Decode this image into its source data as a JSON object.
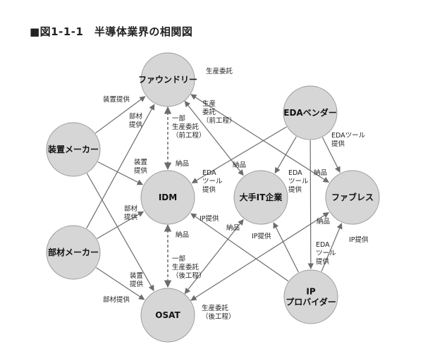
{
  "title": "■図1-1-1　半導体業界の相関図",
  "nodes": {
    "foundry": [
      "ファウンドリー"
    ],
    "eda_vendor": [
      "EDAベンダー"
    ],
    "equipment_maker": [
      "装置メーカー"
    ],
    "idm": [
      "IDM"
    ],
    "large_it": [
      "大手IT企業"
    ],
    "fabless": [
      "ファブレス"
    ],
    "materials_maker": [
      "部材メーカー"
    ],
    "ip_provider": [
      "IP",
      "プロバイダー"
    ],
    "osat": [
      "OSAT"
    ]
  },
  "edge_labels": {
    "foundry_to_fabless": [
      "生産委託"
    ],
    "equipment_to_foundry": [
      "装置提供"
    ],
    "materials_to_foundry": [
      "部材",
      "提供"
    ],
    "idm_to_foundry_front": [
      "一部",
      "生産委託",
      "（前工程）"
    ],
    "large_it_to_foundry": [
      "生産",
      "委託",
      "（前工程）"
    ],
    "foundry_to_idm_delivery": [
      "納品"
    ],
    "eda_to_fabless": [
      "EDAツール",
      "提供"
    ],
    "equipment_to_idm": [
      "装置",
      "提供"
    ],
    "eda_to_idm": [
      "EDA",
      "ツール",
      "提供"
    ],
    "eda_to_large_it": [
      "EDA",
      "ツール",
      "提供"
    ],
    "foundry_to_large_it_delivery": [
      "納品"
    ],
    "foundry_to_fabless_delivery": [
      "納品"
    ],
    "materials_to_idm": [
      "部材",
      "提供"
    ],
    "ip_to_idm": [
      "IP提供"
    ],
    "osat_to_idm_delivery": [
      "納品"
    ],
    "osat_to_large_it_delivery": [
      "納品"
    ],
    "ip_to_large_it": [
      "IP提供"
    ],
    "osat_to_fabless_delivery": [
      "納品"
    ],
    "eda_to_ip": [
      "EDA",
      "ツール",
      "提供"
    ],
    "ip_to_fabless": [
      "IP提供"
    ],
    "idm_to_osat_back": [
      "一部",
      "生産委託",
      "（後工程）"
    ],
    "equipment_to_osat": [
      "装置",
      "提供"
    ],
    "materials_to_osat": [
      "部材提供"
    ],
    "fabless_to_osat": [
      "生産委託",
      "（後工程）"
    ]
  },
  "colors": {
    "node_fill": "#d6d6d6",
    "node_stroke": "#9a9a9a",
    "edge": "#6c6c6c",
    "text": "#222222"
  }
}
